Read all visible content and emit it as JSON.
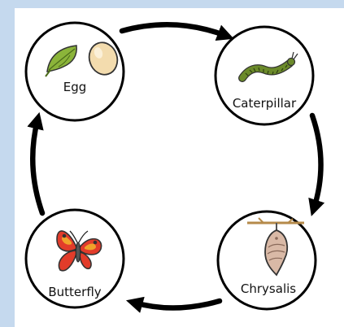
{
  "diagram": {
    "stages": [
      {
        "label": "Egg"
      },
      {
        "label": "Caterpillar"
      },
      {
        "label": "Chrysalis"
      },
      {
        "label": "Butterfly"
      }
    ]
  },
  "colors": {
    "background": "#c5d9ee",
    "panel": "#ffffff",
    "outline": "#000000",
    "leaf": "#8bb43a",
    "egg": "#f3dcae",
    "caterpillar": "#6b8a2a",
    "chrysalis": "#d9b9a6",
    "twig": "#b58a4a",
    "butterfly_wing": "#e23c2a",
    "butterfly_wing_tip": "#f0a32a"
  },
  "icons": [
    "leaf-icon",
    "egg-icon",
    "caterpillar-icon",
    "chrysalis-icon",
    "butterfly-icon"
  ]
}
